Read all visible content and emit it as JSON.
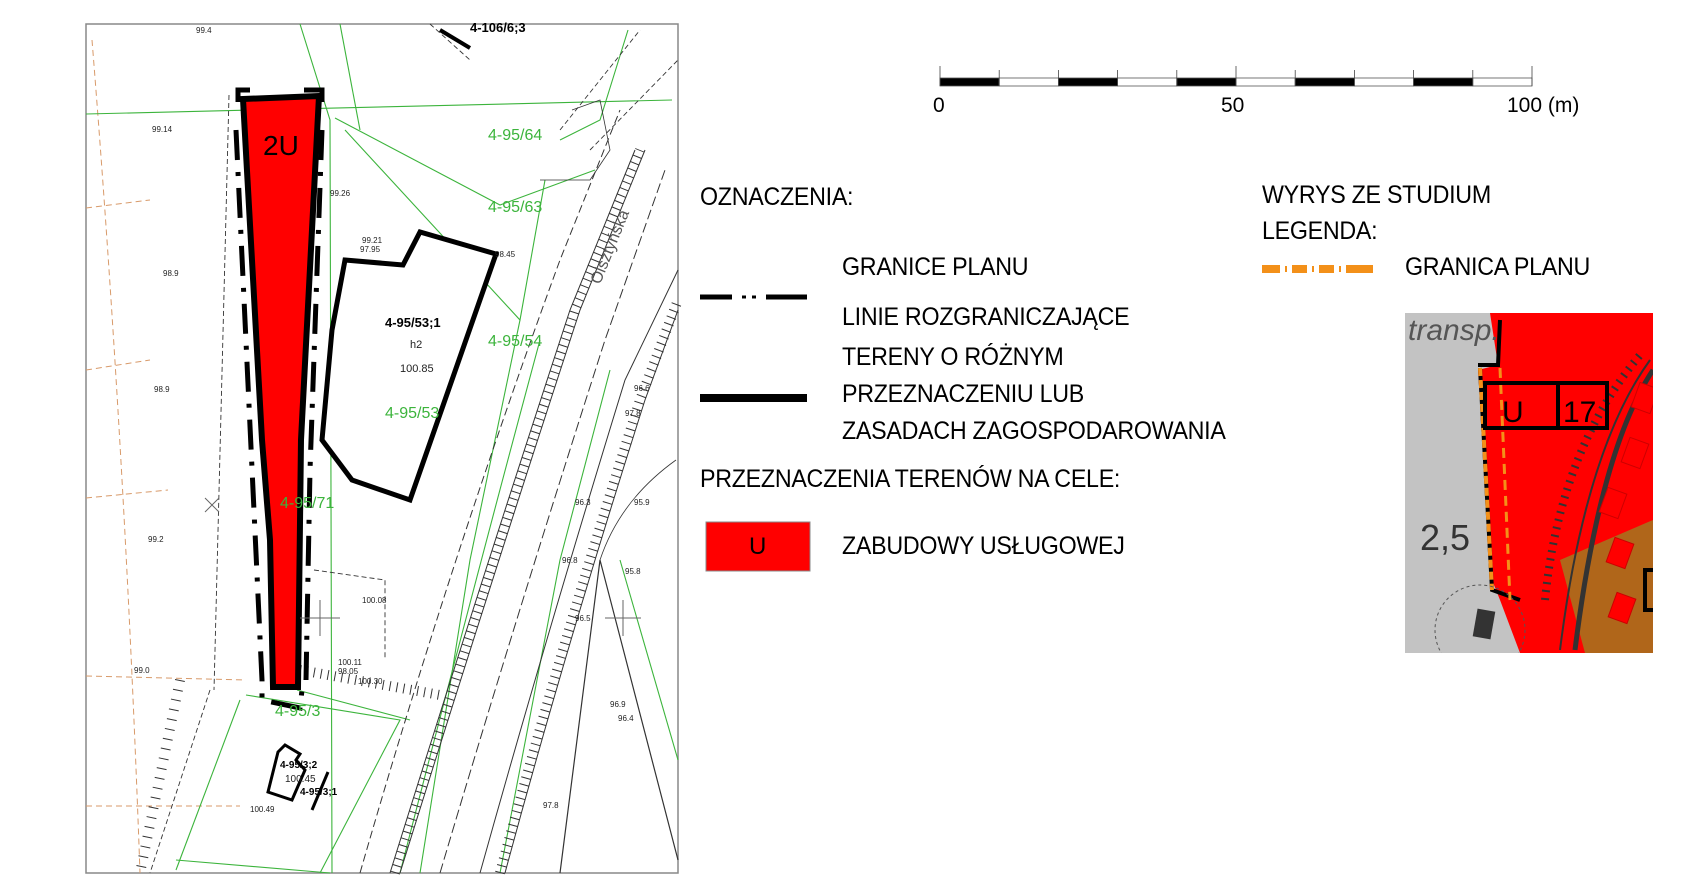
{
  "map": {
    "zone_label": "2U",
    "parcel_labels": [
      "4-95/64",
      "4-95/63",
      "4-95/53",
      "4-95/54",
      "4-95/71",
      "4-95/3"
    ],
    "building_labels": [
      "4-95/53;1",
      "h2",
      "100.85",
      "4-106/6;3",
      "4-95/3;2",
      "100.45",
      "4-95/3;1"
    ],
    "street_name": "Olsztyńska",
    "elevations": [
      "99.4",
      "99.14",
      "98.9",
      "98.9",
      "99.2",
      "99.0",
      "99.26",
      "96.6",
      "97.8",
      "96.3",
      "95.9",
      "96.8",
      "95.8",
      "96.5",
      "96.9",
      "96.4",
      "97.8",
      "100.49",
      "100.08",
      "100.30",
      "99.21",
      "97.95",
      "98.45",
      "100.11",
      "98.05"
    ]
  },
  "scale_bar": {
    "tick_labels": [
      "0",
      "50",
      "100 (m)"
    ],
    "segments": 10,
    "max_value": 100
  },
  "legend": {
    "title": "OZNACZENIA:",
    "plan_boundary": "GRANICE PLANU",
    "dividing_lines": "LINIE ROZGRANICZAJĄCE",
    "zones_lines": [
      "TERENY O RÓŻNYM",
      "PRZEZNACZENIU LUB",
      "ZASADACH ZAGOSPODAROWANIA"
    ],
    "purpose_title": "PRZEZNACZENIA TERENÓW NA CELE:",
    "u_symbol": "U",
    "u_label": "ZABUDOWY USŁUGOWEJ"
  },
  "study": {
    "title": "WYRYS ZE STUDIUM",
    "legend_title": "LEGENDA:",
    "boundary_label": "GRANICA PLANU",
    "inset_labels": {
      "transport": "transp.",
      "zone": "U",
      "number": "17",
      "ratio": "2,5"
    }
  },
  "colors": {
    "zone_red": "#ff0000",
    "boundary_orange": "#f39019",
    "parcel_green": "#3cb43c",
    "inset_gray": "#c3c3c3",
    "inset_brown": "#b0661a"
  }
}
